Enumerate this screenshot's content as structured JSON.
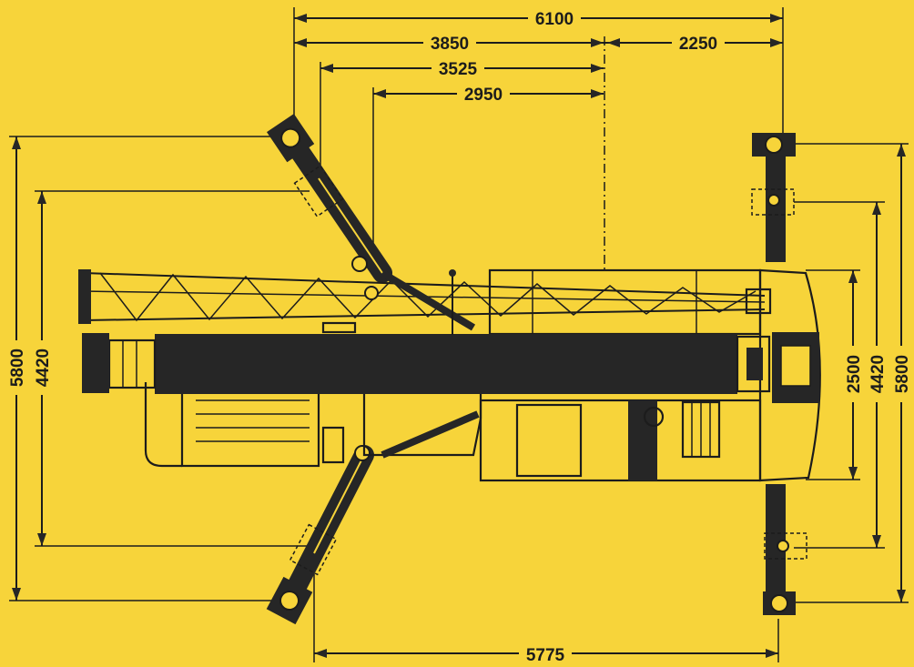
{
  "diagram": {
    "background": "#f7d43a",
    "ink": "#1c1c1c",
    "dimensions": {
      "top_total": "6100",
      "top_left": "3850",
      "top_right": "2250",
      "top_second": "3525",
      "top_third": "2950",
      "left_outer": "5800",
      "left_inner": "4420",
      "right_inner": "2500",
      "right_middle": "4420",
      "right_outer": "5800",
      "bottom": "5775"
    }
  }
}
